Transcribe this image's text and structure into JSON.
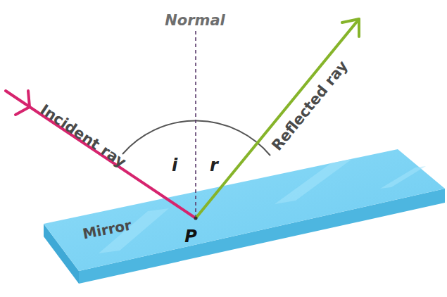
{
  "diagram": {
    "labels": [
      "Normal",
      "i",
      "r",
      "Incident ray",
      "Reflected ray",
      "Mirror",
      "P"
    ]
  }
}
